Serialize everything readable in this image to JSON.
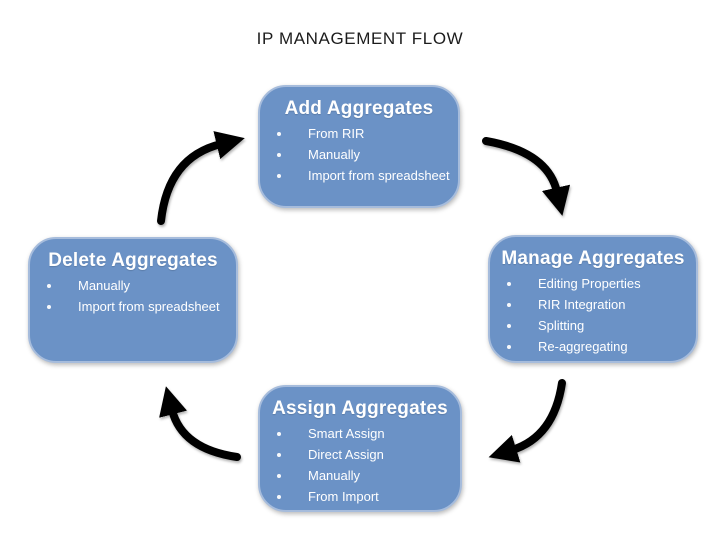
{
  "title": "IP MANAGEMENT FLOW",
  "colors": {
    "box_fill": "#6B92C6",
    "box_border": "#A6BCDC",
    "box_text": "#FFFFFF",
    "arrow": "#000000",
    "title_text": "#1C1C1C",
    "background": "#FFFFFF"
  },
  "icons": {
    "bullet": "small-white-dot",
    "arrow_style": "thick-curved-black-arrow"
  },
  "nodes": [
    {
      "id": "add",
      "title": "Add Aggregates",
      "items": [
        "From RIR",
        "Manually",
        "Import from spreadsheet"
      ]
    },
    {
      "id": "manage",
      "title": "Manage Aggregates",
      "items": [
        "Editing Properties",
        "RIR Integration",
        "Splitting",
        "Re-aggregating"
      ]
    },
    {
      "id": "assign",
      "title": "Assign Aggregates",
      "items": [
        "Smart Assign",
        "Direct Assign",
        "Manually",
        "From Import"
      ]
    },
    {
      "id": "delete",
      "title": "Delete Aggregates",
      "items": [
        "Manually",
        "Import from spreadsheet"
      ]
    }
  ],
  "connections": [
    {
      "from": "Add Aggregates",
      "to": "Manage Aggregates"
    },
    {
      "from": "Manage Aggregates",
      "to": "Assign Aggregates"
    },
    {
      "from": "Assign Aggregates",
      "to": "Delete Aggregates"
    },
    {
      "from": "Delete Aggregates",
      "to": "Add Aggregates"
    }
  ]
}
